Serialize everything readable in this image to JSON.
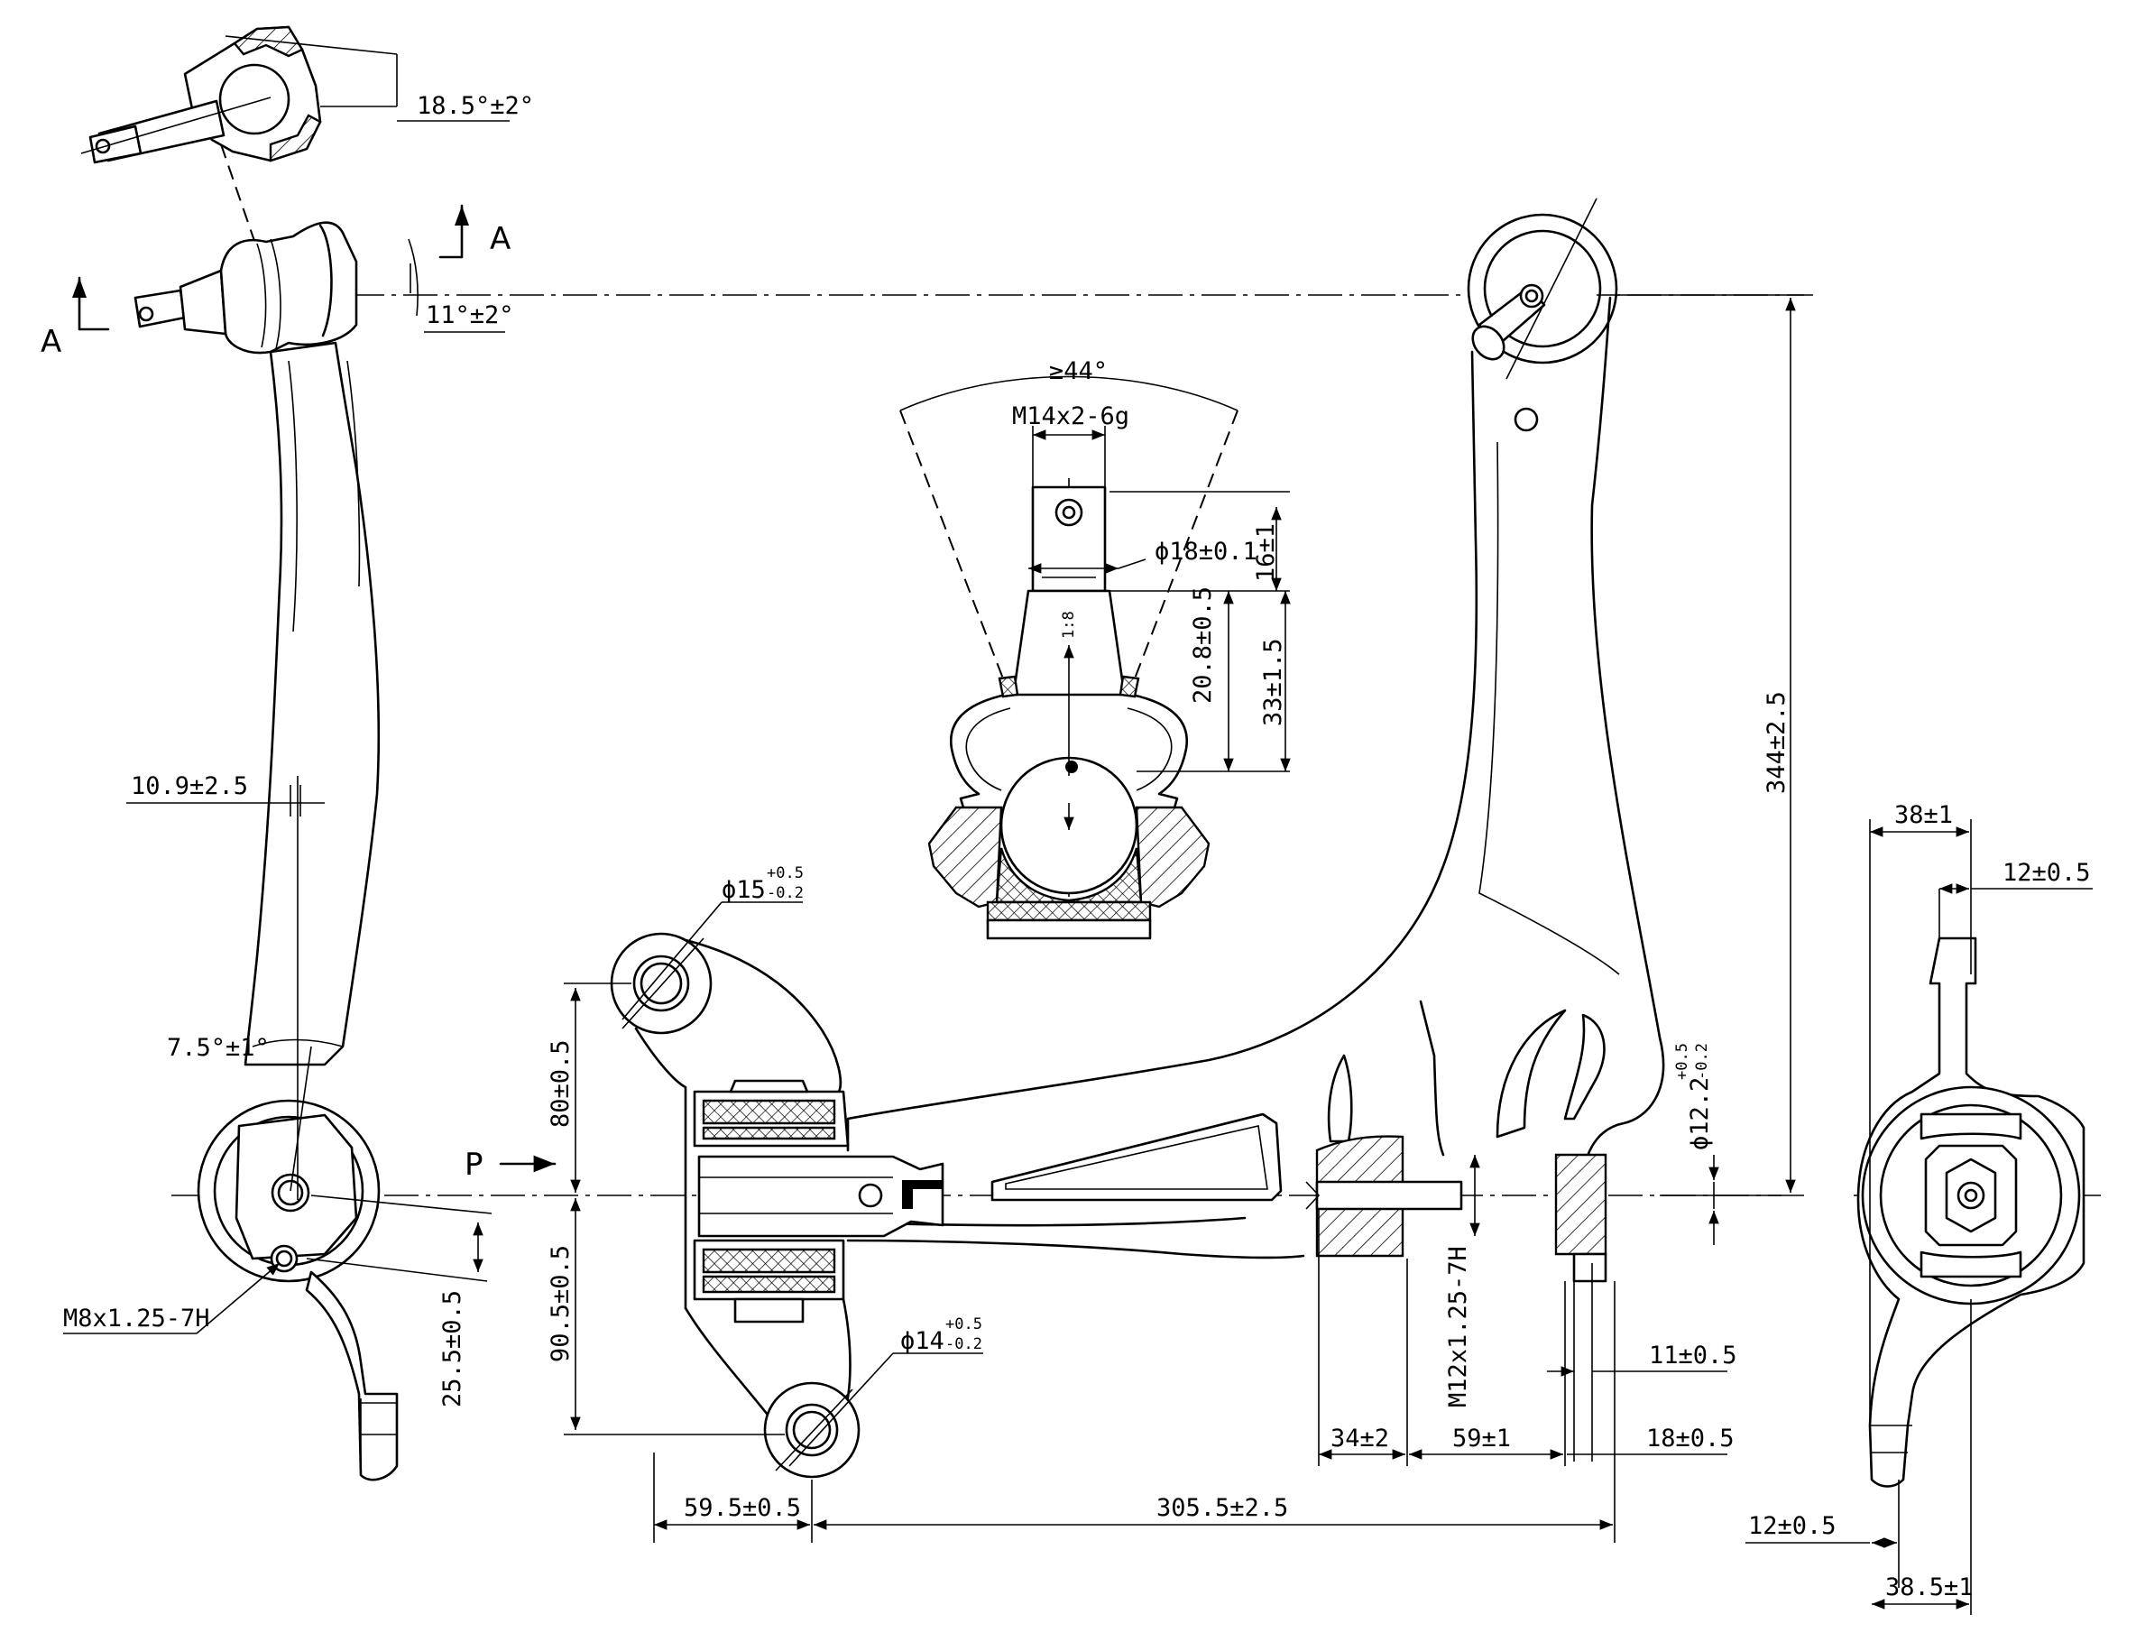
{
  "section_labels": {
    "section_a": "A",
    "view_p": "P"
  },
  "dimensions": {
    "angle_top": "18.5°±2°",
    "angle_ball": "11°±2°",
    "cone_angle": "≥44°",
    "thread_stud": "M14x2-6g",
    "dia_18": "ϕ18±0.1",
    "len_16": "16±1",
    "len_20_8": "20.8±0.5",
    "len_33": "33±1.5",
    "taper_1_8": "1:8",
    "height_344": "344±2.5",
    "offset_10_9": "10.9±2.5",
    "angle_7_5": "7.5°±1°",
    "thread_m8": "M8x1.25-7H",
    "len_25_5": "25.5±0.5",
    "dia_15": {
      "base": "ϕ15",
      "upper": "+0.5",
      "lower": "-0.2"
    },
    "dia_14": {
      "base": "ϕ14",
      "upper": "+0.5",
      "lower": "-0.2"
    },
    "dia_12_2": {
      "base": "ϕ12.2",
      "upper": "+0.5",
      "lower": "-0.2"
    },
    "len_80": "80±0.5",
    "len_90_5": "90.5±0.5",
    "len_59_5": "59.5±0.5",
    "len_305_5": "305.5±2.5",
    "thread_m12": "M12x1.25-7H",
    "len_34": "34±2",
    "len_59": "59±1",
    "len_11": "11±0.5",
    "len_18": "18±0.5",
    "len_38": "38±1",
    "len_12_top": "12±0.5",
    "len_12_bottom": "12±0.5",
    "len_38_5": "38.5±1"
  }
}
